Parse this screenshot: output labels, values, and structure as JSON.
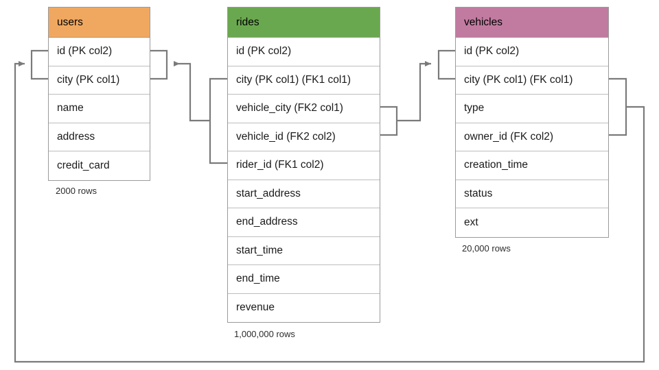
{
  "diagram": {
    "type": "er-diagram",
    "title": "",
    "colors": {
      "users_header": "#f0a860",
      "rides_header": "#6aa84f",
      "vehicles_header": "#c27ba0",
      "border": "#9a9a9a",
      "row_divider": "#bdbdbd",
      "wire": "#7a7a7a",
      "background": "#ffffff"
    },
    "tables": [
      {
        "name": "users",
        "header_color": "#f0a860",
        "row_count_label": "2000 rows",
        "columns": [
          {
            "label": "id (PK col2)"
          },
          {
            "label": "city (PK col1)"
          },
          {
            "label": "name"
          },
          {
            "label": "address"
          },
          {
            "label": "credit_card"
          }
        ]
      },
      {
        "name": "rides",
        "header_color": "#6aa84f",
        "row_count_label": "1,000,000 rows",
        "columns": [
          {
            "label": "id (PK col2)"
          },
          {
            "label": "city (PK col1) (FK1 col1)"
          },
          {
            "label": "vehicle_city (FK2 col1)"
          },
          {
            "label": "vehicle_id (FK2 col2)"
          },
          {
            "label": "rider_id (FK1 col2)"
          },
          {
            "label": "start_address"
          },
          {
            "label": "end_address"
          },
          {
            "label": "start_time"
          },
          {
            "label": "end_time"
          },
          {
            "label": "revenue"
          }
        ]
      },
      {
        "name": "vehicles",
        "header_color": "#c27ba0",
        "row_count_label": "20,000 rows",
        "columns": [
          {
            "label": "id (PK col2)"
          },
          {
            "label": "city (PK col1) (FK col1)"
          },
          {
            "label": "type"
          },
          {
            "label": "owner_id (FK col2)"
          },
          {
            "label": "creation_time"
          },
          {
            "label": "status"
          },
          {
            "label": "ext"
          }
        ]
      }
    ],
    "relationships": [
      {
        "name": "rides-fk1-to-users",
        "from_table": "rides",
        "from_columns": [
          "city (PK col1) (FK1 col1)",
          "rider_id (FK1 col2)"
        ],
        "to_table": "users",
        "to_columns": [
          "id (PK col2)",
          "city (PK col1)"
        ]
      },
      {
        "name": "rides-fk2-to-vehicles",
        "from_table": "rides",
        "from_columns": [
          "vehicle_city (FK2 col1)",
          "vehicle_id (FK2 col2)"
        ],
        "to_table": "vehicles",
        "to_columns": [
          "id (PK col2)",
          "city (PK col1) (FK col1)"
        ]
      },
      {
        "name": "vehicles-fk-to-users",
        "from_table": "vehicles",
        "from_columns": [
          "city (PK col1) (FK col1)",
          "owner_id (FK col2)"
        ],
        "to_table": "users",
        "to_columns": [
          "id (PK col2)",
          "city (PK col1)"
        ]
      }
    ]
  }
}
